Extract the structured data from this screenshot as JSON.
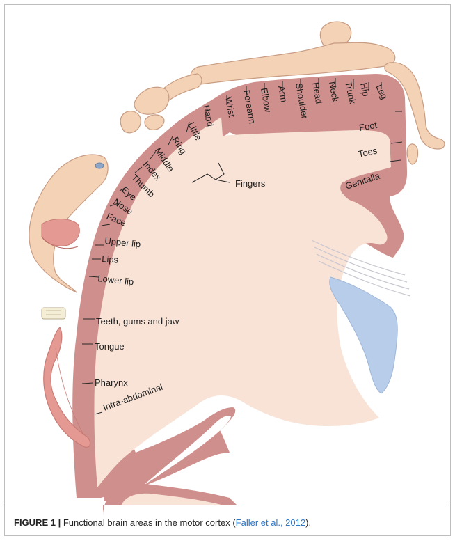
{
  "figure": {
    "colors": {
      "cortex": "#cf8f8c",
      "white_matter": "#f8e3d6",
      "skin": "#f4d2b6",
      "lips": "#e49a93",
      "ventricle": "#b7cdea",
      "ink": "#1e1e1e"
    },
    "labels": {
      "leg": "Leg",
      "hip": "Hip",
      "trunk": "Trunk",
      "neck": "Neck",
      "head": "Head",
      "shoulder": "Shoulder",
      "arm": "Arm",
      "elbow": "Elbow",
      "forearm": "Forearm",
      "wrist": "Wrist",
      "hand": "Hand",
      "little": "Little",
      "ring": "Ring",
      "middle": "Middle",
      "index": "Index",
      "thumb": "Thumb",
      "eye": "Eye",
      "nose": "Nose",
      "face": "Face",
      "fingers": "Fingers",
      "foot": "Foot",
      "toes": "Toes",
      "genitalia": "Genitalia",
      "upper_lip": "Upper lip",
      "lips": "Lips",
      "lower_lip": "Lower lip",
      "teeth": "Teeth, gums and jaw",
      "tongue": "Tongue",
      "pharynx": "Pharynx",
      "intra_abdominal": "Intra-abdominal"
    }
  },
  "caption": {
    "figure_label": "FIGURE 1 |",
    "text": " Functional brain areas in the motor cortex (",
    "citation": "Faller et al., 2012",
    "suffix": ")."
  }
}
